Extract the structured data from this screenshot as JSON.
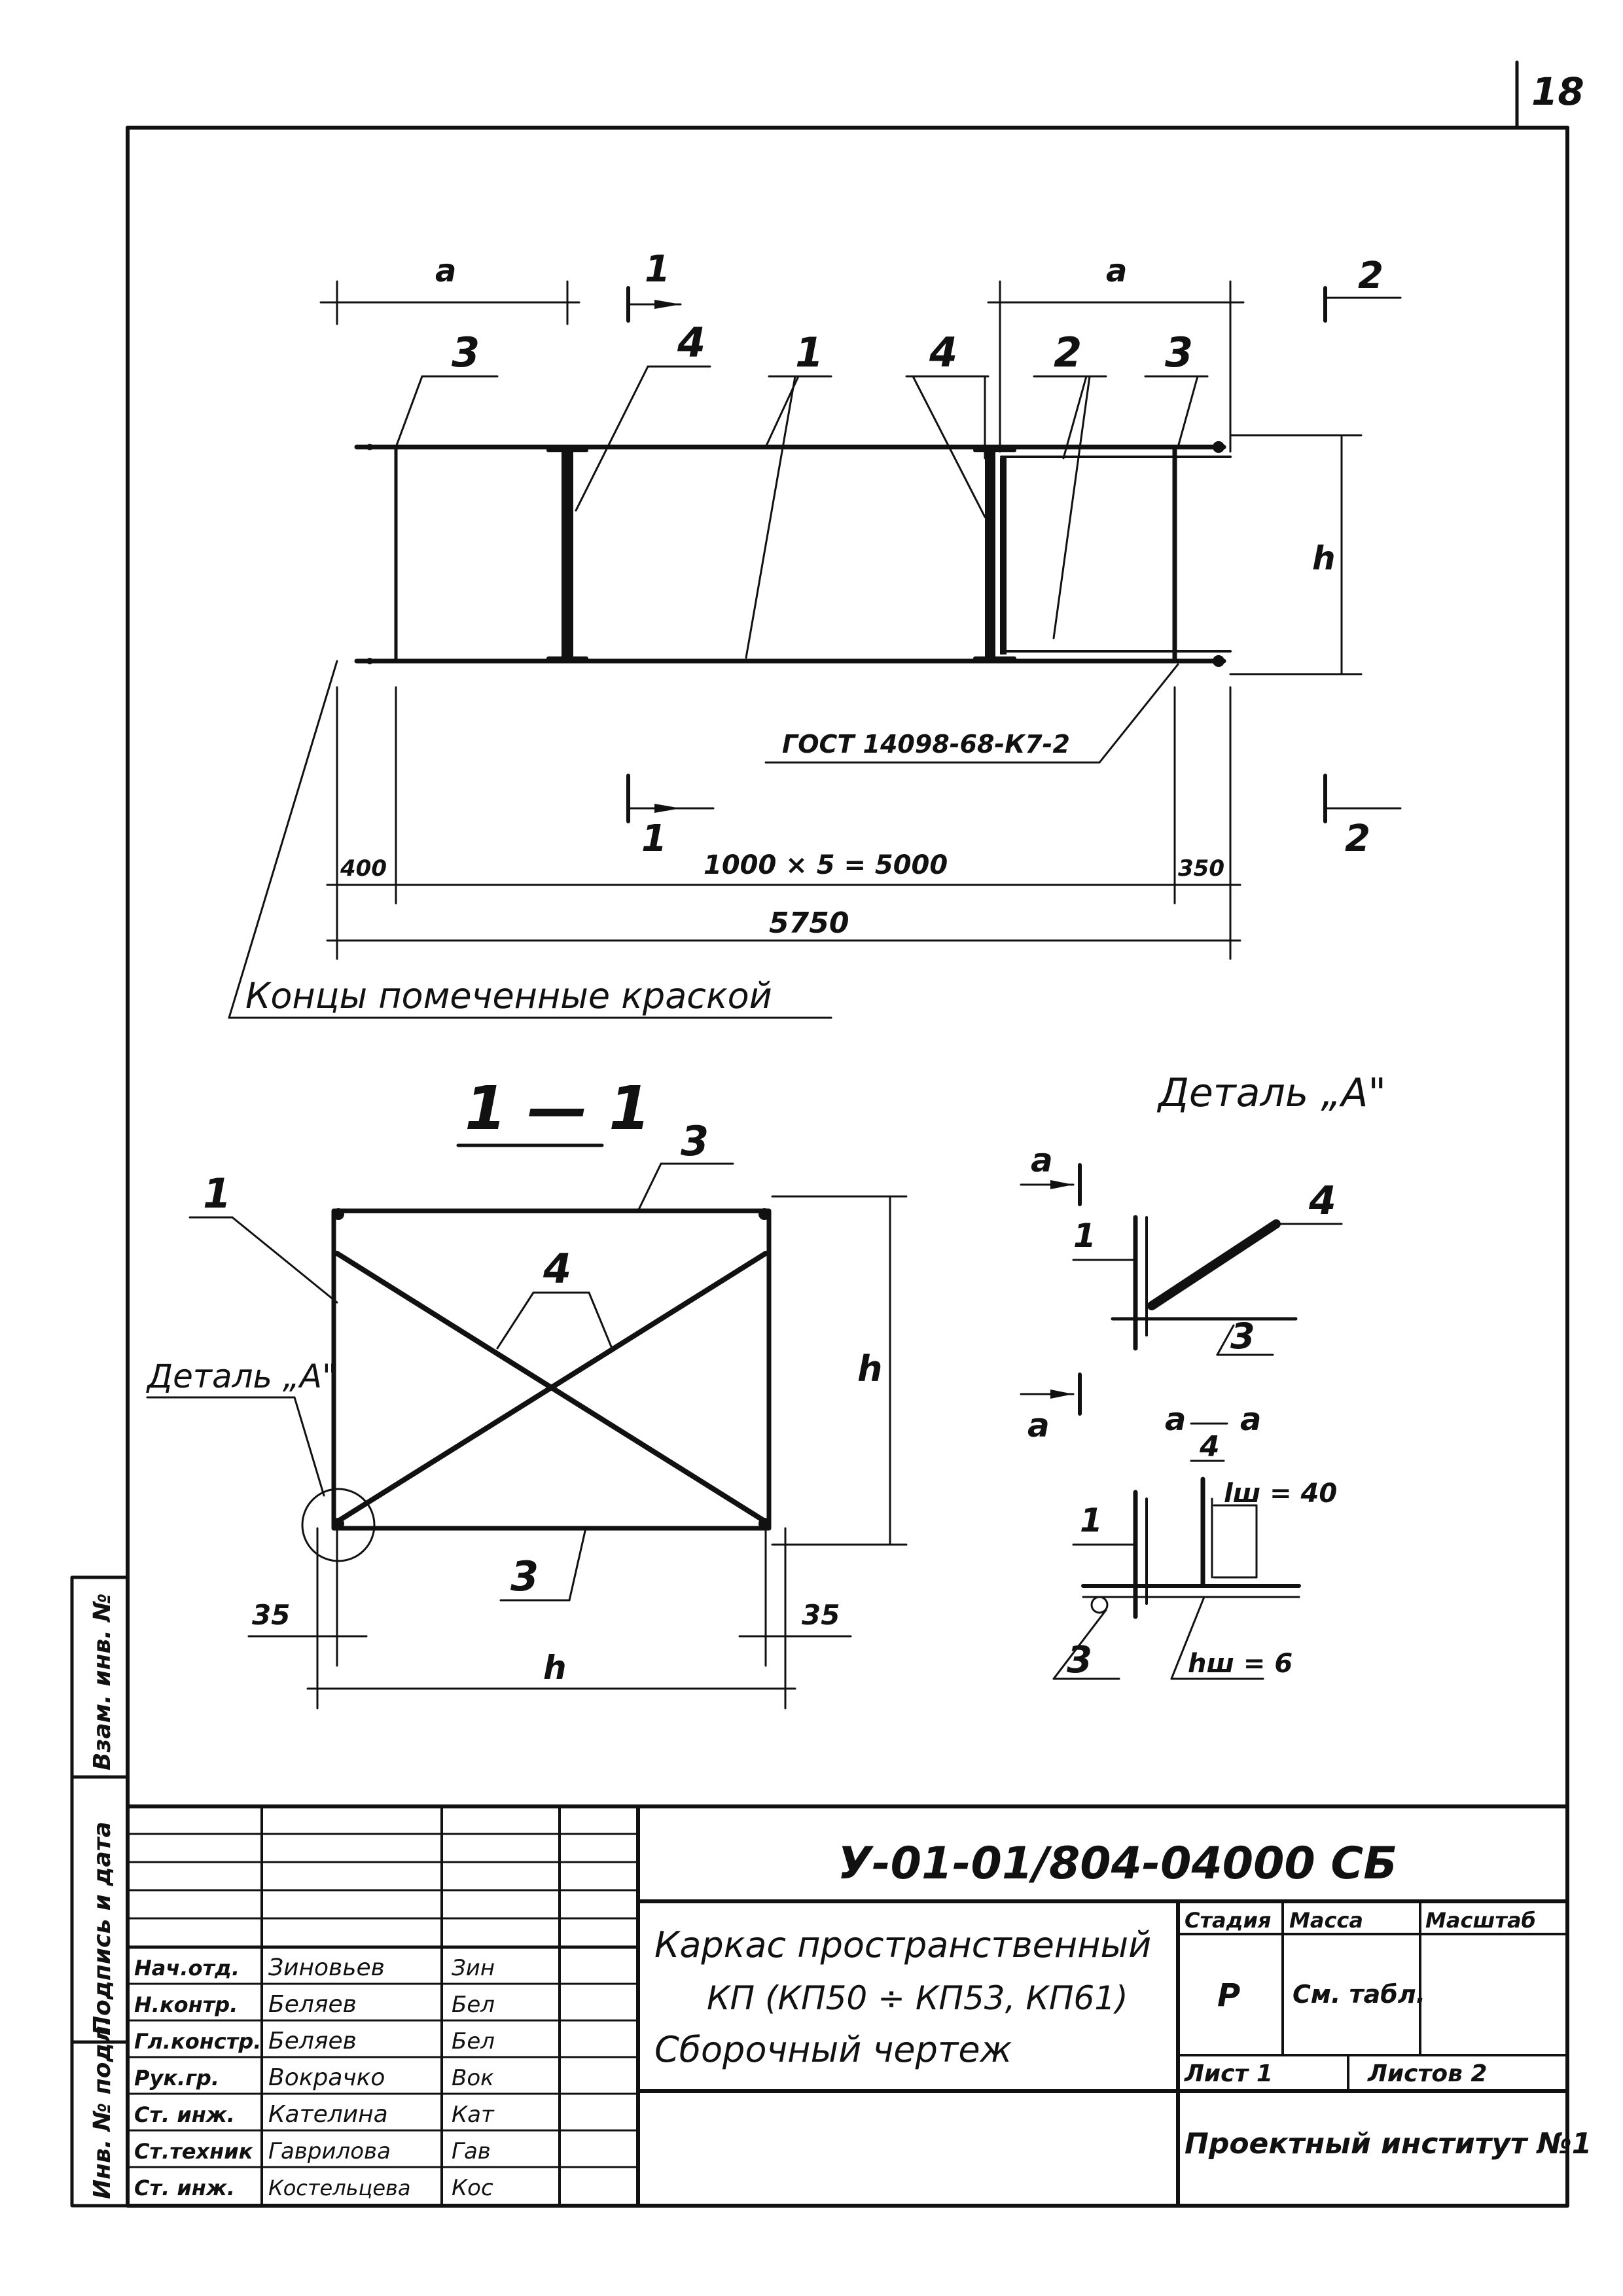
{
  "sheet": {
    "page_number": "18"
  },
  "top_view": {
    "dim_a_left": "a",
    "dim_a_right": "a",
    "section_1_top": "1",
    "section_1_bottom": "1",
    "section_2_top": "2",
    "section_2_bottom": "2",
    "callouts": [
      "3",
      "4",
      "1",
      "4",
      "2",
      "3"
    ],
    "dim_h": "h",
    "weld_note": "ГОСТ 14098-68-К7-2",
    "dim_left": "400",
    "dim_middle": "1000 × 5 = 5000",
    "dim_right": "350",
    "dim_total": "5750",
    "end_note": "Концы помеченные краской"
  },
  "section_1_1": {
    "title": "1 — 1",
    "label_1": "1",
    "label_3_top": "3",
    "label_4": "4",
    "label_3_bottom": "3",
    "detail_ref": "Деталь „А\"",
    "dim_h_right": "h",
    "dim_35_left": "35",
    "dim_35_right": "35",
    "dim_h_bottom": "h"
  },
  "detail_a": {
    "title": "Деталь „А\"",
    "section_a_top": "a",
    "section_a_bottom": "a",
    "label_1_upper": "1",
    "label_4": "4",
    "label_3_upper": "3",
    "section_aa_left": "a",
    "section_aa_right": "a",
    "section_aa_scale": "4",
    "weld_length": "lш = 40",
    "label_1_lower": "1",
    "label_3_lower": "3",
    "weld_height": "hш = 6"
  },
  "title_block": {
    "designation": "У-01-01/804-04000 СБ",
    "title_line1": "Каркас пространственный",
    "title_line2": "КП (КП50 ÷ КП53, КП61)",
    "title_line3": "Сборочный чертеж",
    "stage_header": "Стадия",
    "mass_header": "Масса",
    "scale_header": "Масштаб",
    "stage_value": "Р",
    "mass_value": "См. табл.",
    "sheet_label": "Лист 1",
    "sheets_label": "Листов 2",
    "org": "Проектный институт №1",
    "roles": [
      "Нач.отд.",
      "Н.контр.",
      "Гл.констр.",
      "Рук.гр.",
      "Ст. инж.",
      "Ст.техник",
      "Ст. инж."
    ],
    "names": [
      "Зиновьев",
      "Беляев",
      "Беляев",
      "Вокрачко",
      "Кателина",
      "Гаврилова",
      "Костельцева"
    ],
    "signatures": [
      "Зин",
      "Бел",
      "Бел",
      "Вок",
      "Кат",
      "Гав",
      "Кос"
    ]
  },
  "side_stamp": {
    "field_1": "Инв. № подл.",
    "field_2": "Подпись и дата",
    "field_3": "Взам. инв. №"
  }
}
